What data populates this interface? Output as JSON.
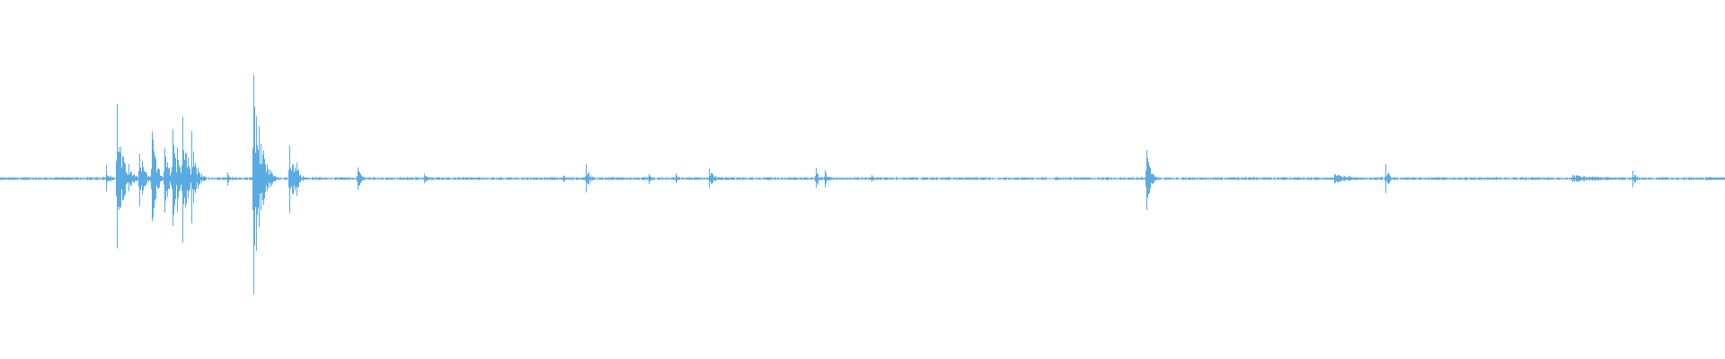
{
  "waveform": {
    "color": "#5aabe3",
    "background": "#ffffff",
    "columns": 1920,
    "amplitude_range": [
      -1,
      1
    ],
    "noise_floor": 0.006,
    "events": [
      {
        "t": 118,
        "amp": 0.08,
        "width": 4
      },
      {
        "t": 130,
        "amp": 0.43,
        "width": 6
      },
      {
        "t": 143,
        "amp": 0.08,
        "width": 6
      },
      {
        "t": 155,
        "amp": 0.16,
        "width": 5
      },
      {
        "t": 158,
        "amp": 0.1,
        "width": 4
      },
      {
        "t": 169,
        "amp": 0.27,
        "width": 5
      },
      {
        "t": 183,
        "amp": 0.2,
        "width": 5
      },
      {
        "t": 192,
        "amp": 0.31,
        "width": 4
      },
      {
        "t": 197,
        "amp": 0.2,
        "width": 4
      },
      {
        "t": 203,
        "amp": 0.4,
        "width": 6
      },
      {
        "t": 213,
        "amp": 0.27,
        "width": 5
      },
      {
        "t": 253,
        "amp": 0.04,
        "width": 4
      },
      {
        "t": 282,
        "amp": 0.66,
        "width": 8
      },
      {
        "t": 322,
        "amp": 0.2,
        "width": 6
      },
      {
        "t": 330,
        "amp": 0.1,
        "width": 4
      },
      {
        "t": 398,
        "amp": 0.07,
        "width": 4
      },
      {
        "t": 472,
        "amp": 0.03,
        "width": 4
      },
      {
        "t": 627,
        "amp": 0.02,
        "width": 4
      },
      {
        "t": 652,
        "amp": 0.09,
        "width": 4
      },
      {
        "t": 722,
        "amp": 0.03,
        "width": 3
      },
      {
        "t": 752,
        "amp": 0.03,
        "width": 3
      },
      {
        "t": 789,
        "amp": 0.06,
        "width": 5
      },
      {
        "t": 908,
        "amp": 0.06,
        "width": 4
      },
      {
        "t": 918,
        "amp": 0.05,
        "width": 4
      },
      {
        "t": 970,
        "amp": 0.02,
        "width": 3
      },
      {
        "t": 1276,
        "amp": 0.18,
        "width": 4
      },
      {
        "t": 1485,
        "amp": 0.03,
        "width": 20
      },
      {
        "t": 1542,
        "amp": 0.09,
        "width": 4
      },
      {
        "t": 1750,
        "amp": 0.02,
        "width": 50
      },
      {
        "t": 1755,
        "amp": 0.02,
        "width": 10
      },
      {
        "t": 1817,
        "amp": 0.05,
        "width": 4
      },
      {
        "t": 1880,
        "amp": 0.01,
        "width": 40
      }
    ]
  }
}
